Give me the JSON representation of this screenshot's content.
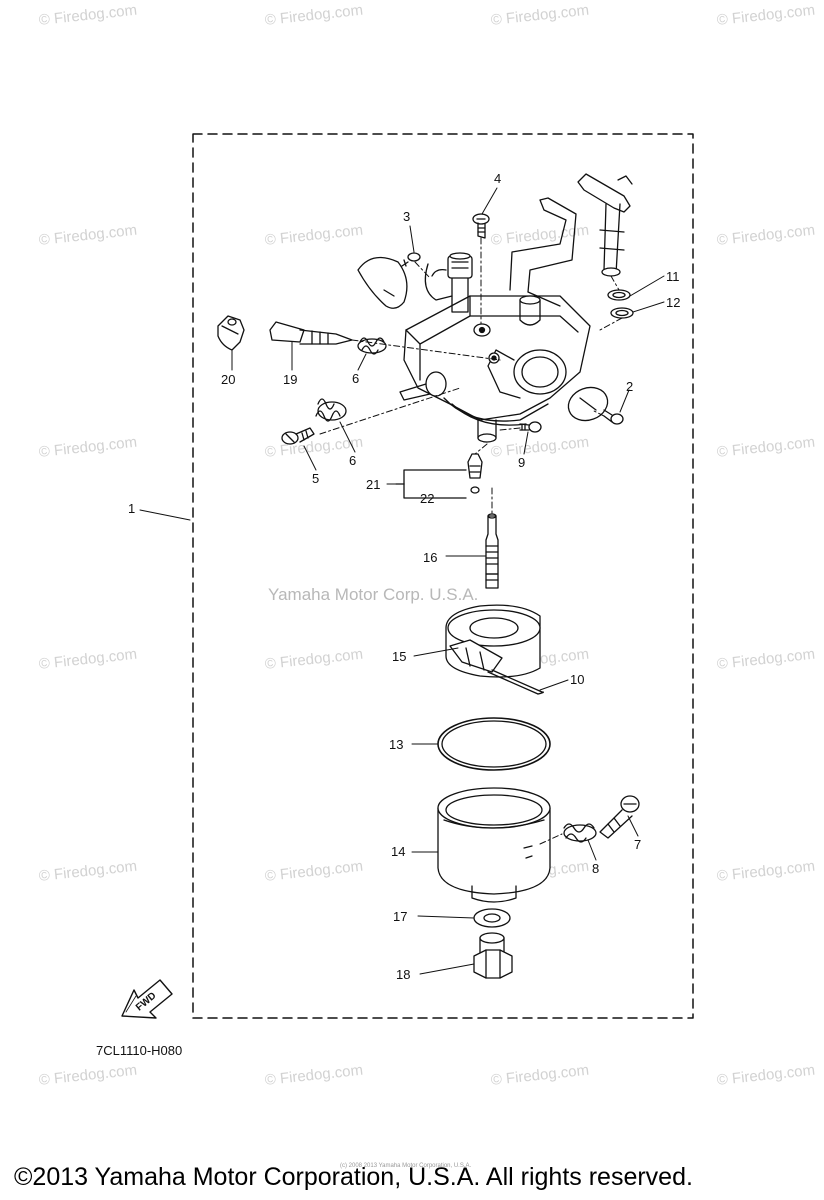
{
  "watermark": {
    "text": "© Firedog.com"
  },
  "diagram_watermark": "Yamaha Motor Corp. U.S.A.",
  "part_labels": {
    "p1": "1",
    "p2": "2",
    "p3": "3",
    "p4": "4",
    "p5": "5",
    "p6a": "6",
    "p6b": "6",
    "p7": "7",
    "p8": "8",
    "p9": "9",
    "p10": "10",
    "p11": "11",
    "p12": "12",
    "p13": "13",
    "p14": "14",
    "p15": "15",
    "p16": "16",
    "p17": "17",
    "p18": "18",
    "p19": "19",
    "p20": "20",
    "p21": "21",
    "p22": "22"
  },
  "fwd_label": "FWD",
  "diagram_code": "7CL1110-H080",
  "tiny_copyright": "(c) 2008 2013 Yamaha Motor Corporation, U.S.A.",
  "copyright": "©2013 Yamaha Motor Corporation, U.S.A. All rights reserved."
}
